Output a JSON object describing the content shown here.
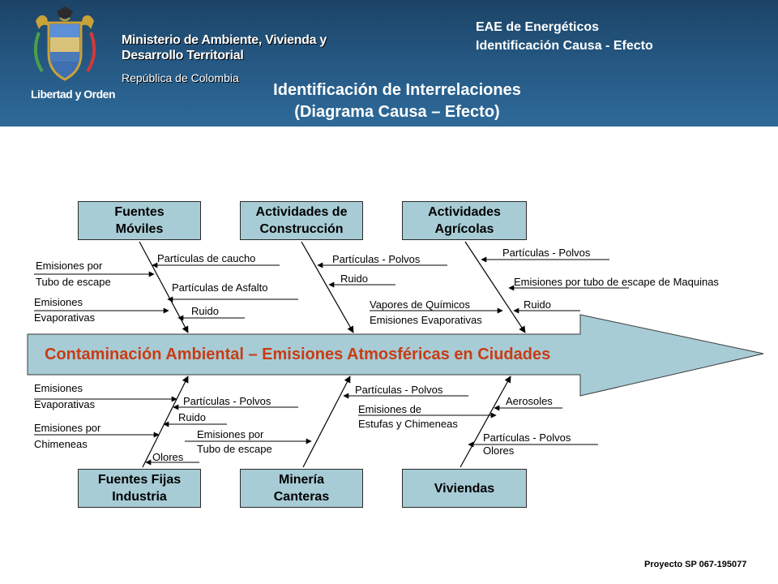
{
  "header": {
    "ministry_line1": "Ministerio de Ambiente, Vivienda y",
    "ministry_line2": "Desarrollo Territorial",
    "republic": "República de Colombia",
    "motto": "Libertad y Orden",
    "eae_line1": "EAE de Energéticos",
    "eae_line2": "Identificación Causa - Efecto",
    "title_line1": "Identificación de Interrelaciones",
    "title_line2": "(Diagrama Causa – Efecto)"
  },
  "colors": {
    "header_blue": "#245680",
    "box_fill": "#a7ccd6",
    "effect_text": "#c83c14",
    "arrow_fill": "#a7ccd6"
  },
  "effect": "Contaminación Ambiental – Emisiones Atmosféricas  en Ciudades",
  "categories": {
    "fuentes_moviles": {
      "line1": "Fuentes",
      "line2": "Móviles"
    },
    "actividades_construccion": {
      "line1": "Actividades de",
      "line2": "Construcción"
    },
    "actividades_agricolas": {
      "line1": "Actividades",
      "line2": "Agrícolas"
    },
    "fuentes_fijas": {
      "line1": "Fuentes Fijas",
      "line2": "Industria"
    },
    "mineria": {
      "line1": "Minería",
      "line2": "Canteras"
    },
    "viviendas": {
      "line1": "Viviendas"
    }
  },
  "causes": {
    "fm_emisiones_tubo_1": "Emisiones por",
    "fm_emisiones_tubo_2": "Tubo de escape",
    "fm_particulas_caucho": "Partículas de caucho",
    "fm_particulas_asfalto": "Partículas de Asfalto",
    "fm_emisiones_evap_1": "Emisiones",
    "fm_emisiones_evap_2": "Evaporativas",
    "fm_ruido": "Ruido",
    "ac_particulas_polvos": "Partículas - Polvos",
    "ac_ruido": "Ruido",
    "ag_particulas_polvos": "Partículas - Polvos",
    "ag_emisiones_maquinas": "Emisiones por tubo de escape de Maquinas",
    "ag_vapores_quimicos": "Vapores de Químicos",
    "ag_ruido": "Ruido",
    "ag_emisiones_evap": "Emisiones Evaporativas",
    "ff_emisiones_evap_1": "Emisiones",
    "ff_emisiones_evap_2": "Evaporativas",
    "ff_particulas_polvos": "Partículas - Polvos",
    "ff_ruido": "Ruido",
    "ff_emisiones_chim_1": "Emisiones por",
    "ff_emisiones_chim_2": "Chimeneas",
    "ff_olores": "Olores",
    "mi_emisiones_tubo_1": "Emisiones por",
    "mi_emisiones_tubo_2": "Tubo de escape",
    "vi_particulas_polvos": "Partículas - Polvos",
    "vi_emisiones_estufas_1": "Emisiones de",
    "vi_emisiones_estufas_2": "Estufas y Chimeneas",
    "vi_aerosoles": "Aerosoles",
    "vi_particulas_polvos_2": "Partículas - Polvos",
    "vi_olores": "Olores"
  },
  "footer": "Proyecto  SP 067-195077"
}
